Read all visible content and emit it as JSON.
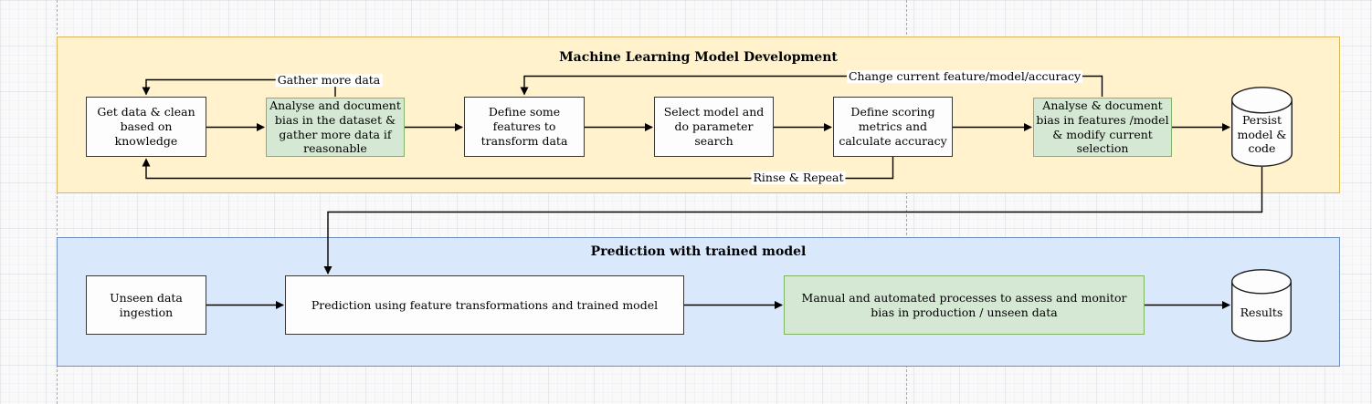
{
  "canvas": {
    "lanes": {
      "ml": {
        "title": "Machine Learning Model Development",
        "fill": "#fff2cc",
        "border": "#d6b656",
        "nodes": {
          "get_data": "Get data & clean based on knowledge",
          "analyse_dataset_bias": "Analyse and document bias in the dataset & gather more data if reasonable",
          "define_features": "Define some features to transform data",
          "select_model": "Select model and do parameter search",
          "define_scoring": "Define scoring metrics and calculate accuracy",
          "analyse_feature_bias": "Analyse & document bias in features /model & modify current selection",
          "persist": "Persist model & code"
        },
        "edge_labels": {
          "gather": "Gather more data",
          "change": "Change current feature/model/accuracy",
          "rinse": "Rinse & Repeat"
        }
      },
      "prediction": {
        "title": "Prediction with trained model",
        "fill": "#dae8fc",
        "border": "#6c8ebf",
        "nodes": {
          "unseen": "Unseen data ingestion",
          "predict": "Prediction using feature transformations and trained model",
          "monitor": "Manual and automated processes to assess and monitor bias in production / unseen data",
          "results": "Results"
        }
      }
    },
    "icons": {
      "persist_shape": "database-cylinder-icon",
      "results_shape": "database-cylinder-icon"
    },
    "colors": {
      "bias_fill": "#d5e8d4",
      "bias_border": "#82b366",
      "process_fill": "#fdfdfd",
      "process_border": "#383838",
      "connector": "#000000",
      "page_divider": "#a8a8ab"
    }
  }
}
